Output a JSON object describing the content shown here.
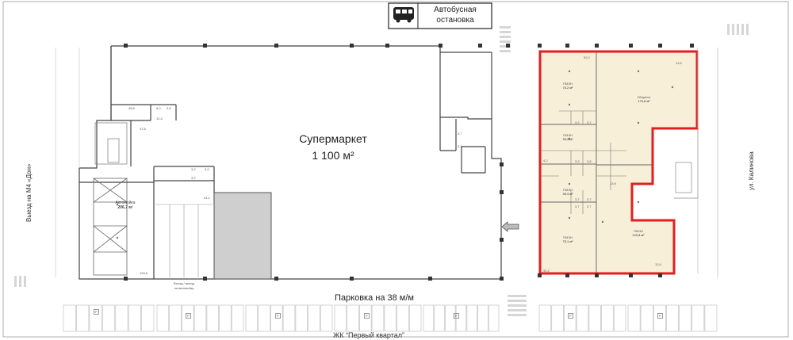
{
  "bus_stop": {
    "icon": "bus-icon",
    "line1": "Автобусная",
    "line2": "остановка"
  },
  "supermarket": {
    "name": "Супермаркет",
    "area": "1 100 м²"
  },
  "parking_label": "Парковка на 38 м/м",
  "left_exit": "Выезд на М4 «Дон»",
  "right_street": "ул. Калинова",
  "car_wash": {
    "name": "Автомойка",
    "area": "206,7 м²"
  },
  "car_wash_exit": {
    "line1": "Въезд / выезд",
    "line2": "на автомойку"
  },
  "bottom_label": "ЖК “Первый квартал”",
  "parking_spot_marker": "P",
  "units": [
    {
      "name": "ПМЭН",
      "area": "74,2 м²"
    },
    {
      "name": "Общепит",
      "area": "170,8 м²"
    },
    {
      "name": "ПМЭН",
      "area": "39,3 м²"
    },
    {
      "name": "ПМЭН",
      "area": "39,3 м²"
    },
    {
      "name": "ПМЭН",
      "area": "73,1 м²"
    },
    {
      "name": "ПМЭН",
      "area": "122,8 м²"
    }
  ],
  "room_tags": [
    "47,8",
    "6,0",
    "2,8",
    "12,4",
    "45,8",
    "3,2",
    "3,2",
    "3,2",
    "24,1",
    "128,6",
    "3,7",
    "3,2",
    "3,2",
    "3,7",
    "3,3",
    "3,8",
    "4,2",
    "92,2",
    "13,9",
    "92,2",
    "13,9",
    "13,9",
    "3,7",
    "3,7",
    "3,7",
    "3,7"
  ],
  "colors": {
    "highlight": "#e01f1f",
    "unit_fill": "#f8efd9",
    "wall": "#444444",
    "gray_room": "#cfcfcf"
  }
}
